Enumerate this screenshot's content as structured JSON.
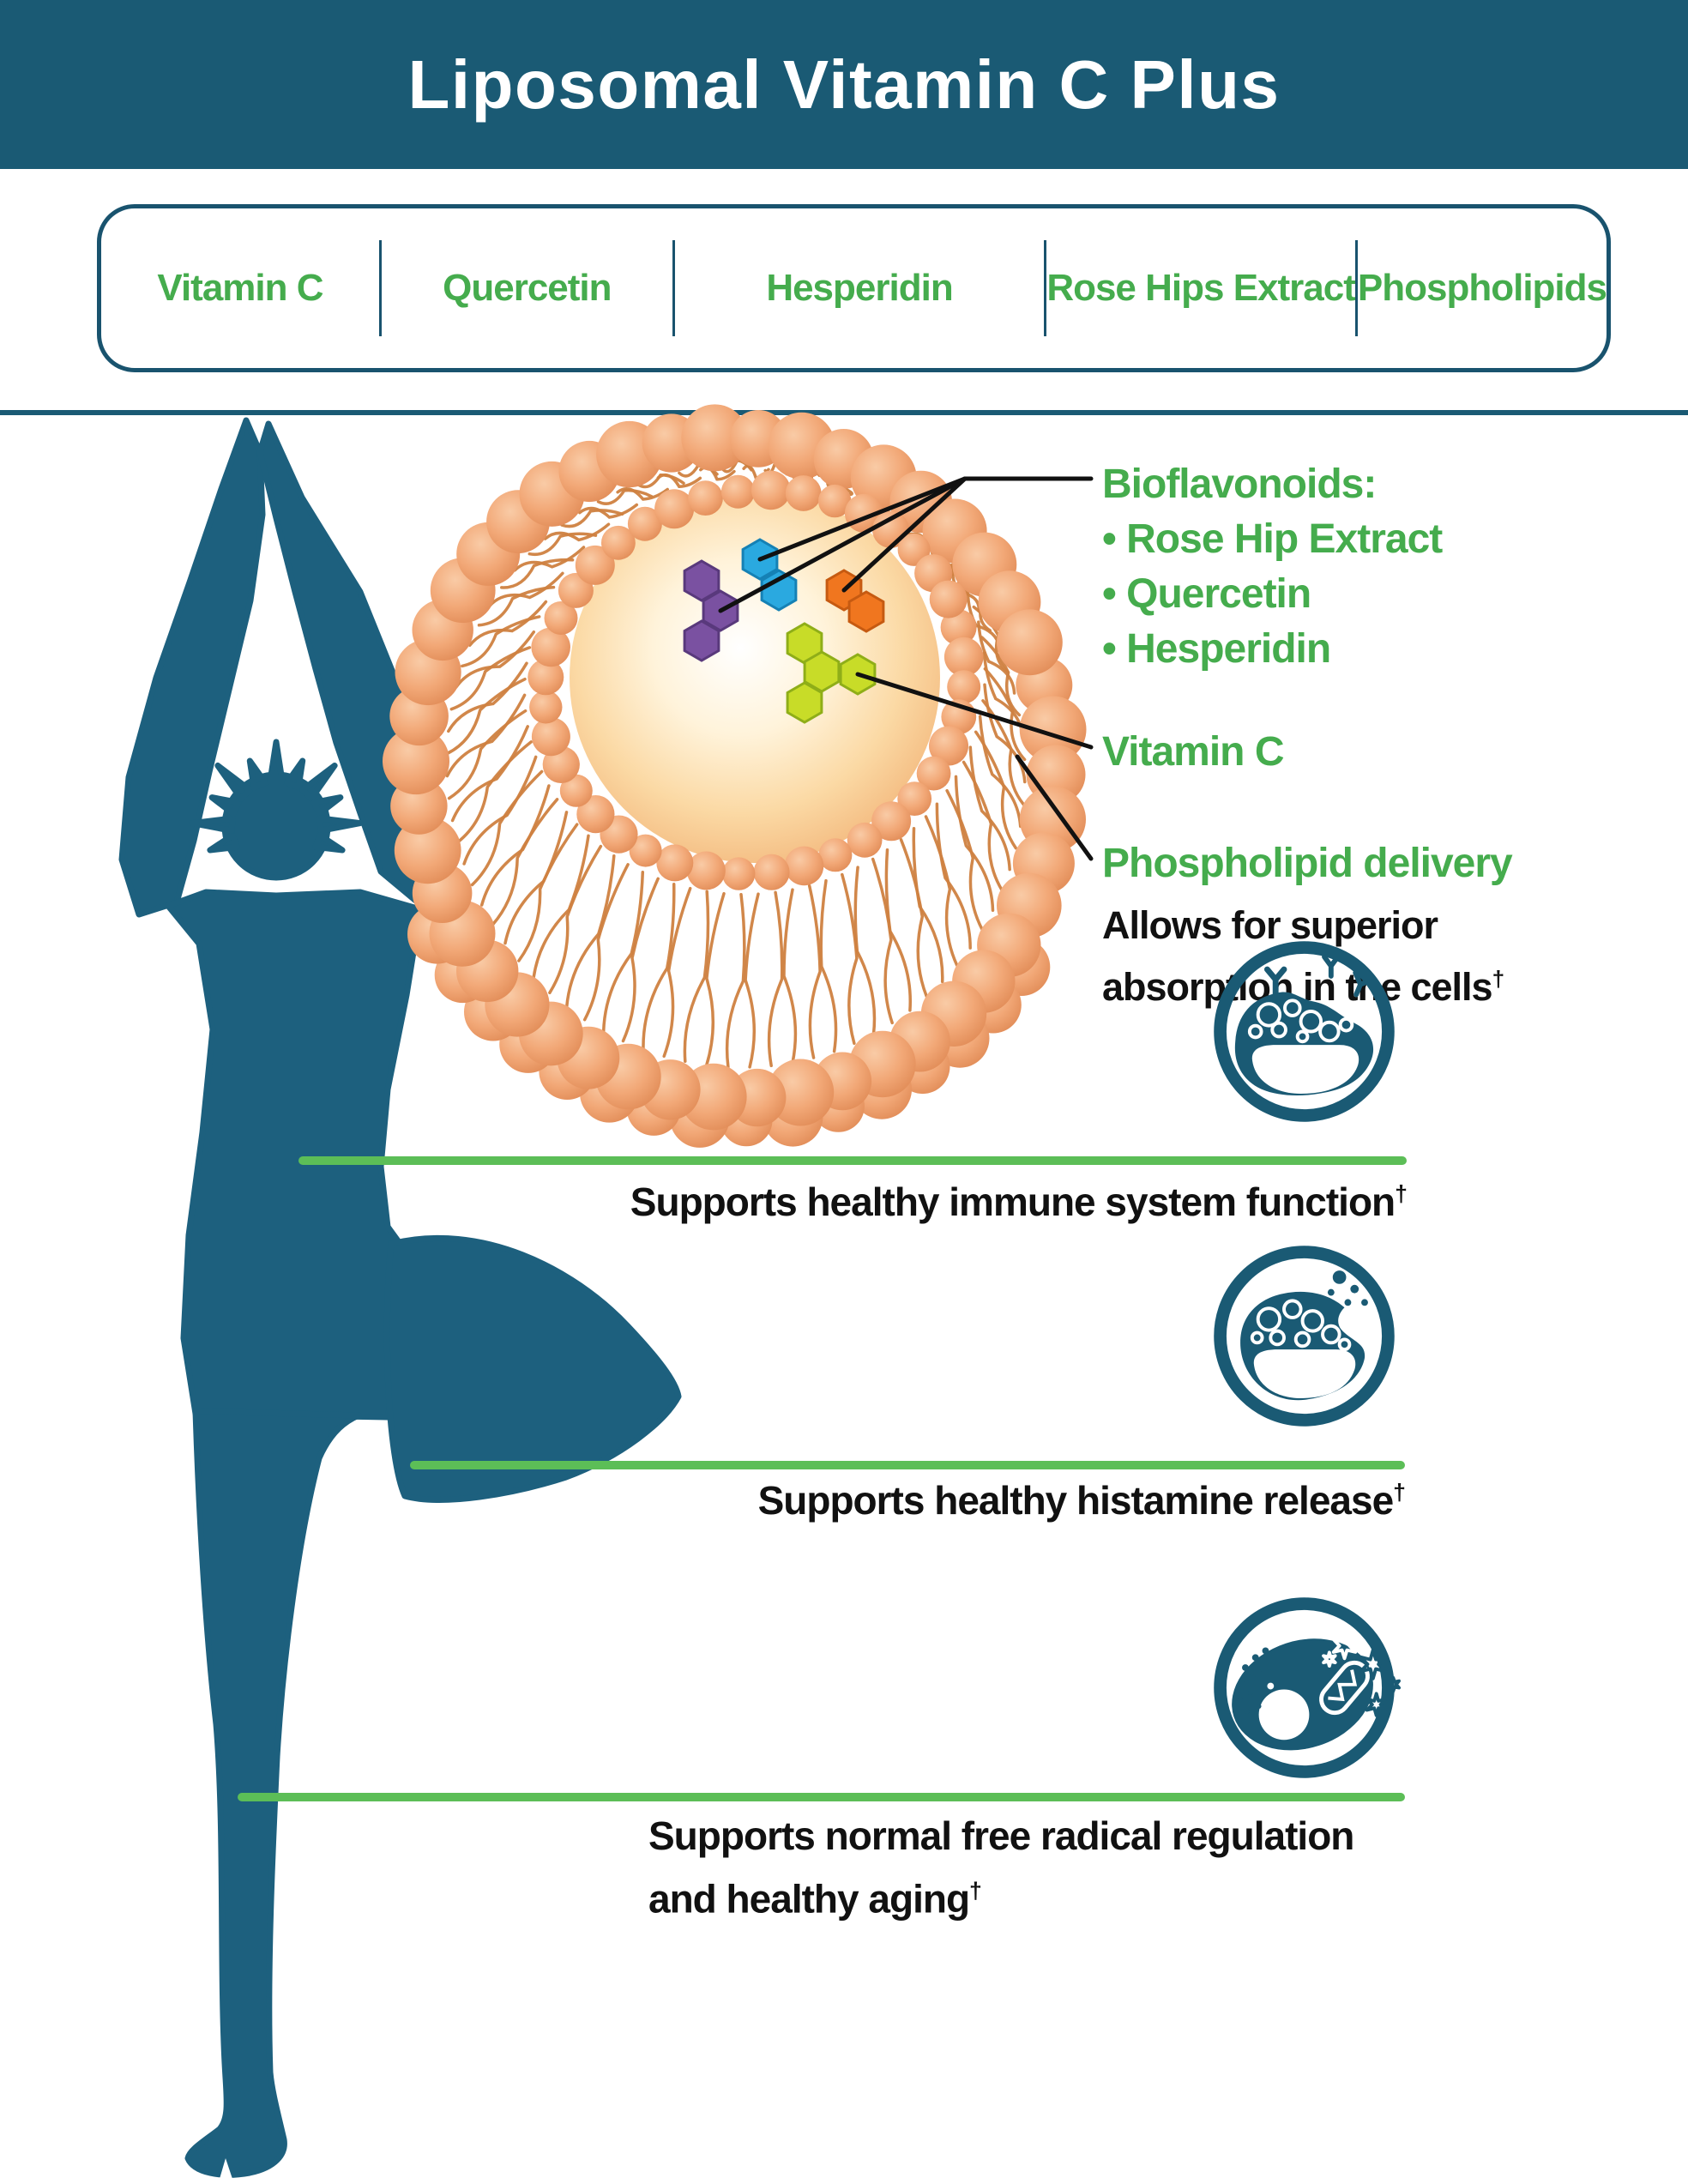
{
  "header": {
    "title": "Liposomal Vitamin C Plus"
  },
  "ingredients": {
    "items": [
      "Vitamin C",
      "Quercetin",
      "Hesperidin",
      "Rose Hips Extract",
      "Phospholipids"
    ]
  },
  "diagram_labels": {
    "bioflavonoids_title": "Bioflavonoids:",
    "bioflavonoids_items": [
      "• Rose Hip Extract",
      "• Quercetin",
      "• Hesperidin"
    ],
    "vitamin_c": "Vitamin C",
    "phospholipid_title": "Phospholipid delivery",
    "phospholipid_desc_line1": "Allows for superior",
    "phospholipid_desc_line2": "absorption in the cells",
    "dagger": "†"
  },
  "benefits": {
    "immune": {
      "text": "Supports healthy immune system function"
    },
    "histamine": {
      "text": "Supports healthy histamine release"
    },
    "freeradical": {
      "line1": "Supports normal free radical regulation",
      "line2": "and healthy aging"
    }
  },
  "colors": {
    "teal": "#1A5A74",
    "silhouette": "#1D607E",
    "green_text": "#45AC4D",
    "green_line": "#5CBE57",
    "bead_main": "#F2A877",
    "bead_light": "#F9CBA6",
    "bead_dark": "#E08A55",
    "tail": "#CF8140",
    "hex_purple": "#7A51A1",
    "hex_blue": "#2AA9E0",
    "hex_orange": "#F0761F",
    "hex_green": "#C8DC28",
    "callout_line": "#111111"
  }
}
